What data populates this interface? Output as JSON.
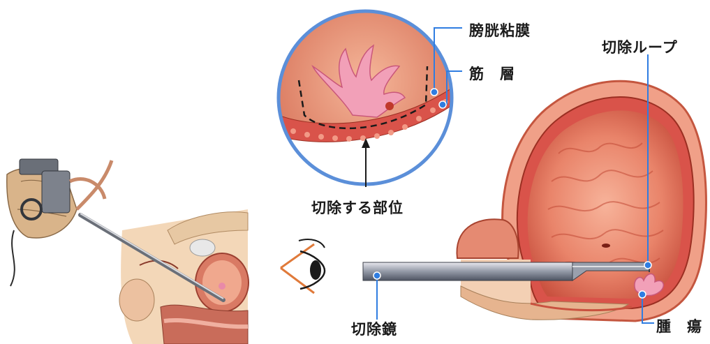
{
  "labels": {
    "bladder_mucosa": "膀胱粘膜",
    "muscle_layer": "筋　層",
    "resection_loop": "切除ループ",
    "resection_site": "切除する部位",
    "resectoscope": "切除鏡",
    "tumor": "腫　瘍"
  },
  "colors": {
    "leader": "#2f7de1",
    "circle": "#5b8fd9",
    "tissue": "#d9534a",
    "mucosa": "#e8826a",
    "tumor": "#f2a0b8"
  }
}
